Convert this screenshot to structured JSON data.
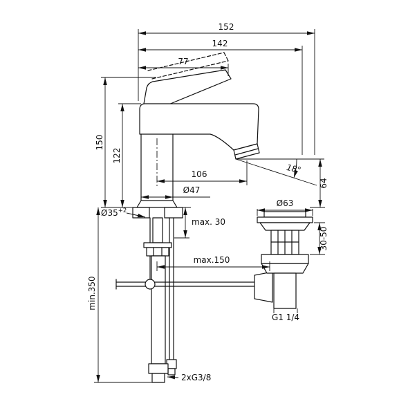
{
  "drawing": {
    "dimensions": {
      "overall_depth": "152",
      "body_depth": "142",
      "handle_depth": "77",
      "height_total": "150",
      "height_body": "122",
      "spout_reach": "106",
      "base_diameter": "Ø47",
      "spout_angle": "18°",
      "outlet_height": "64",
      "hole_diameter_main": "Ø35",
      "hole_diameter_tolerance": "+2",
      "deck_thickness_max": "max. 30",
      "drain_flange_diameter": "Ø63",
      "drain_clamp_range": "30-50",
      "rod_length_max": "max.150",
      "hose_length_min": "min.350",
      "drain_thread": "G1 1/4",
      "hose_thread": "2xG3/8"
    }
  }
}
